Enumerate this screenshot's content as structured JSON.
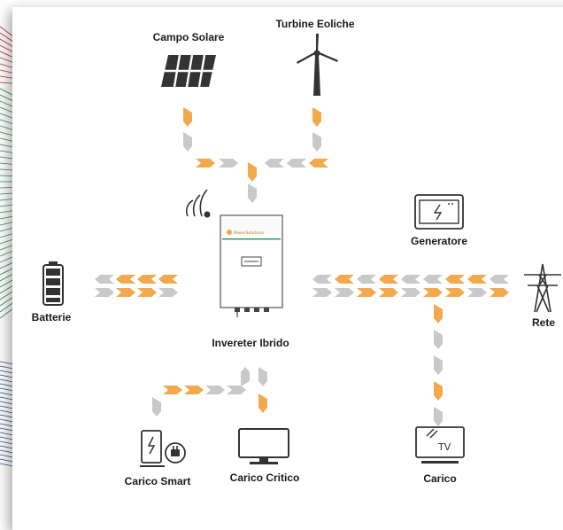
{
  "colors": {
    "arrow_orange": "#f2a94e",
    "arrow_gray": "#c9c9c9",
    "icon_dark": "#333333",
    "line_red": "#c0283a",
    "line_green": "#2e8b57",
    "line_blue": "#2b4f8a"
  },
  "nodes": {
    "solar": {
      "label": "Campo Solare",
      "icon": "solar-panel-icon"
    },
    "wind": {
      "label": "Turbine Eoliche",
      "icon": "wind-turbine-icon"
    },
    "generator": {
      "label": "Generatore",
      "icon": "generator-icon"
    },
    "battery": {
      "label": "Batterie",
      "icon": "battery-icon"
    },
    "inverter": {
      "label": "Invereter Ibrido",
      "icon": "hybrid-inverter-icon",
      "brand": "PowerSolutions"
    },
    "grid": {
      "label": "Rete",
      "icon": "power-pylon-icon"
    },
    "smart_load": {
      "label": "Carico Smart",
      "icon": "ev-charger-icon"
    },
    "critical_load": {
      "label": "Carico Critico",
      "icon": "monitor-icon"
    },
    "load": {
      "label": "Carico",
      "icon": "tv-icon",
      "screen_text": "TV"
    }
  }
}
